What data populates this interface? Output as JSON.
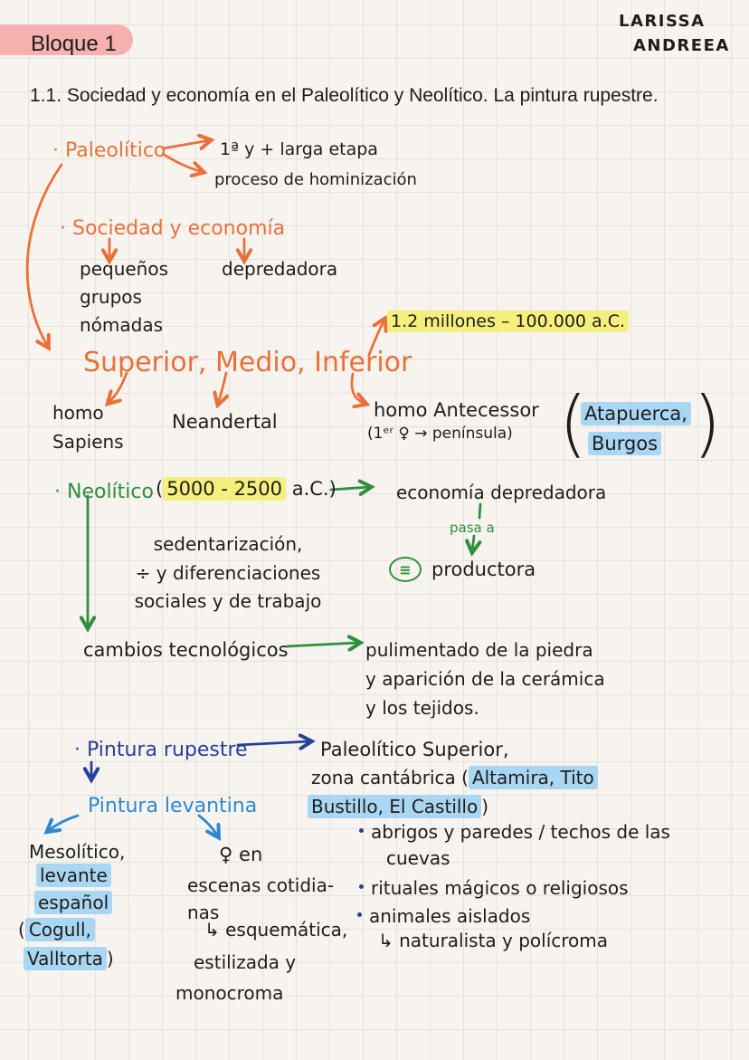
{
  "colors": {
    "paper": "#f7f4ef",
    "grid": "#e6e1dd",
    "ink": "#1f1d1b",
    "orange": "#e8713a",
    "green": "#2f8f3f",
    "navy": "#27409b",
    "blue": "#2f87d0",
    "hl_pink": "#f4b1af",
    "hl_yellow": "#f5ef7d",
    "hl_blue": "#a9d6f2"
  },
  "header": {
    "block_label": "Bloque 1",
    "title": "1.1. Sociedad y economía en el Paleolítico y Neolítico. La pintura rupestre.",
    "author_line1": "LARISSA",
    "author_line2": "ANDREEA"
  },
  "paleolitico": {
    "term": "· Paleolítico",
    "etapa": "1ª y + larga etapa",
    "hominizacion": "proceso de hominización",
    "sociedad_term": "· Sociedad y economía",
    "grupos": "pequeños\ngrupos\nnómadas",
    "depredadora": "depredadora",
    "cronologia": "1.2 millones – 100.000 a.C.",
    "etapas": "Superior, Medio, Inferior",
    "homo_sapiens": "homo\nSapiens",
    "neandertal": "Neandertal",
    "antecessor": "homo Antecessor",
    "antecessor_sub": "(1ᵉʳ ♀ → península)",
    "paren_open": "(",
    "atapuerca": "Atapuerca,",
    "burgos": "Burgos",
    "paren_close": ")"
  },
  "neolitico": {
    "term": "· Neolítico",
    "fechas_open": "(",
    "fechas_hl": "5000 - 2500",
    "fechas_close": " a.C.)",
    "econ_depredadora": "economía depredadora",
    "pasa_a": "pasa a",
    "equals": "≡",
    "productora": "productora",
    "sedentarizacion": "sedentarización,\n÷ y diferenciaciones\nsociales y de trabajo",
    "cambios": "cambios tecnológicos",
    "pulimentado": "pulimentado de la piedra\ny aparición de la cerámica\ny los tejidos."
  },
  "pintura": {
    "rupestre_term": "· Pintura rupestre",
    "paleo_superior": "Paleolítico Superior,",
    "zona_prefix": "zona cantábrica (",
    "zona_hl1": "Altamira, Tito",
    "zona_hl2": "Bustillo, El Castillo",
    "zona_close": ")",
    "levantina_term": "Pintura levantina",
    "mesolitico": "Mesolítico,",
    "levante": "levante",
    "espanol": "español",
    "cogull_open": "(",
    "cogull": "Cogull,",
    "valltorta": "Valltorta",
    "valltorta_close": ")",
    "figura_en": "♀ en",
    "escenas": "escenas cotidia-\nnas",
    "esquematica": "↳ esquemática,",
    "estilizada": "estilizada y",
    "monocroma": "monocroma",
    "bullet1_l1": "abrigos y paredes / techos de las",
    "bullet1_l2": "cuevas",
    "bullet2": "rituales mágicos o religiosos",
    "bullet3": "animales aislados",
    "bullet3_sub": "↳ naturalista y polícroma"
  }
}
